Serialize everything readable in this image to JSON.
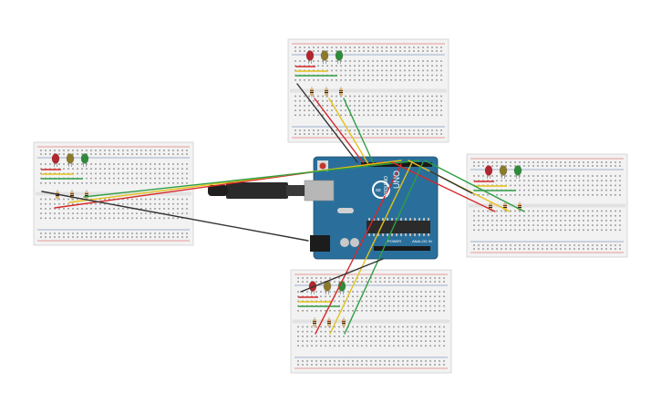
{
  "arduino": {
    "brand": "UNO",
    "model": "ARDUINO",
    "header_power": "POWER",
    "header_analog": "ANALOG IN",
    "board_color": "#2a6f9b",
    "chip_color": "#2b2b2b"
  },
  "breadboards": [
    {
      "id": "top",
      "leds": [
        "red",
        "yellow",
        "green"
      ]
    },
    {
      "id": "left",
      "leds": [
        "red",
        "yellow",
        "green"
      ]
    },
    {
      "id": "right",
      "leds": [
        "red",
        "yellow",
        "green"
      ]
    },
    {
      "id": "bottom",
      "leds": [
        "red",
        "yellow",
        "green"
      ]
    }
  ],
  "colors": {
    "breadboard": "#f2f2f2",
    "rail_red": "#d9453c",
    "rail_blue": "#4a6ea8",
    "led_red": "#b3262d",
    "led_yellow": "#8c7a2b",
    "led_green": "#2e8b3a",
    "wire_red": "#d62828",
    "wire_yellow": "#e3c21a",
    "wire_green": "#2f9e44",
    "wire_black": "#333333",
    "usb_gray": "#b7b7b7",
    "resistor": "#d6b27a"
  }
}
